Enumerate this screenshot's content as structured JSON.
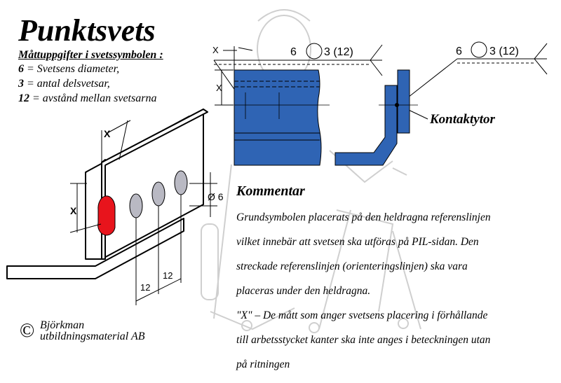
{
  "title": "Punktsvets",
  "subtitle": "Måttuppgifter i svetssymbolen :",
  "legend": [
    {
      "key": "6",
      "text": " = Svetsens diameter,"
    },
    {
      "key": "3",
      "text": " = antal delsvetsar,"
    },
    {
      "key": "12",
      "text": " = avstånd mellan svetsarna"
    }
  ],
  "symbol_left": {
    "diameter": "6",
    "spec": "3 (12)",
    "dim_label": "X"
  },
  "symbol_right": {
    "diameter": "6",
    "spec": "3 (12)"
  },
  "contact_label": "Kontaktytor",
  "iso": {
    "x_top": "X",
    "x_side": "X",
    "dia": "Ø 6",
    "pitch_left": "12",
    "pitch_right": "12"
  },
  "comment": {
    "heading": "Kommentar",
    "lines": [
      "Grundsymbolen placerats på den heldragna referenslinjen",
      "vilket innebär att svetsen ska utföras på PIL-sidan. Den",
      "streckade referenslinjen (orienteringslinjen) ska vara",
      "placeras under den heldragna.",
      "\"X\" – De mått som anger svetsens placering i förhållande",
      "till arbetsstycket kanter ska inte anges i beteckningen utan",
      "på ritningen"
    ]
  },
  "copyright": {
    "symbol": "©",
    "line1": "Björkman",
    "line2": "utbildningsmaterial AB"
  },
  "colors": {
    "plate": "#2f64b4",
    "weld": "#e8141c",
    "line": "#000000",
    "ghost": "#c8c8c8",
    "spot": "#b9b9c3"
  }
}
